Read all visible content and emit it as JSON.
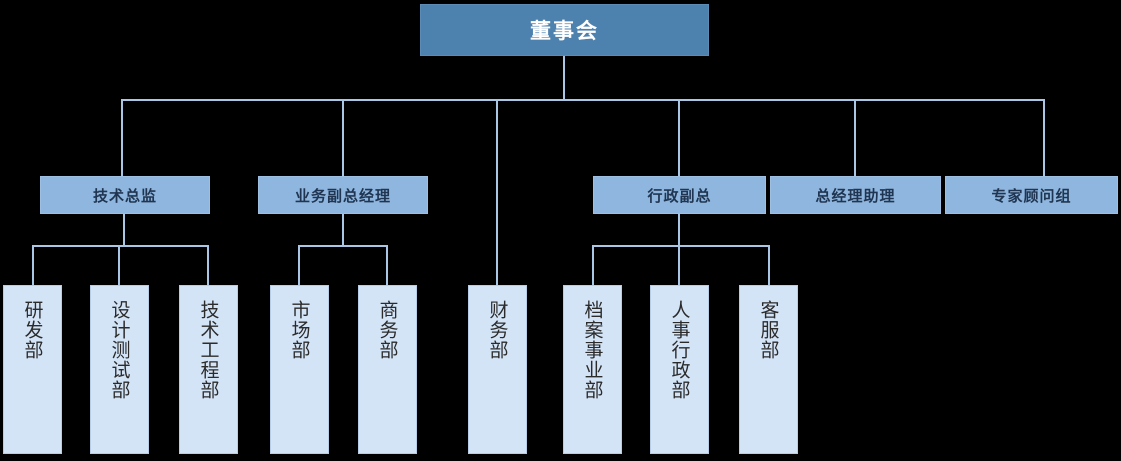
{
  "diagram": {
    "title_text": "董事会",
    "type": "organizational-chart",
    "background_color": "#000000",
    "colors": {
      "level1_fill": "#4d82ae",
      "level1_text": "#ffffff",
      "level2_fill": "#8fb6de",
      "level2_text": "#1f3551",
      "level3_fill": "#d4e4f7",
      "level3_text": "#2b2b2b",
      "connector": "#a9c6e4"
    }
  },
  "nodes": {
    "root": {
      "label": "董事会"
    },
    "level2": [
      {
        "id": "tech-director",
        "label": "技术总监"
      },
      {
        "id": "business-vp",
        "label": "业务副总经理"
      },
      {
        "id": "admin-vp",
        "label": "行政副总"
      },
      {
        "id": "gm-assistant",
        "label": "总经理助理"
      },
      {
        "id": "expert-group",
        "label": "专家顾问组"
      }
    ],
    "level3": [
      {
        "id": "rd-dept",
        "label": "研发部",
        "parent": "tech-director"
      },
      {
        "id": "design-test-dept",
        "label": "设计测试部",
        "parent": "tech-director"
      },
      {
        "id": "tech-eng-dept",
        "label": "技术工程部",
        "parent": "tech-director"
      },
      {
        "id": "marketing-dept",
        "label": "市场部",
        "parent": "business-vp"
      },
      {
        "id": "commerce-dept",
        "label": "商务部",
        "parent": "business-vp"
      },
      {
        "id": "finance-dept",
        "label": "财务部",
        "parent": "root"
      },
      {
        "id": "archive-dept",
        "label": "档案事业部",
        "parent": "admin-vp"
      },
      {
        "id": "hr-admin-dept",
        "label": "人事行政部",
        "parent": "admin-vp"
      },
      {
        "id": "service-dept",
        "label": "客服部",
        "parent": "admin-vp"
      }
    ]
  }
}
